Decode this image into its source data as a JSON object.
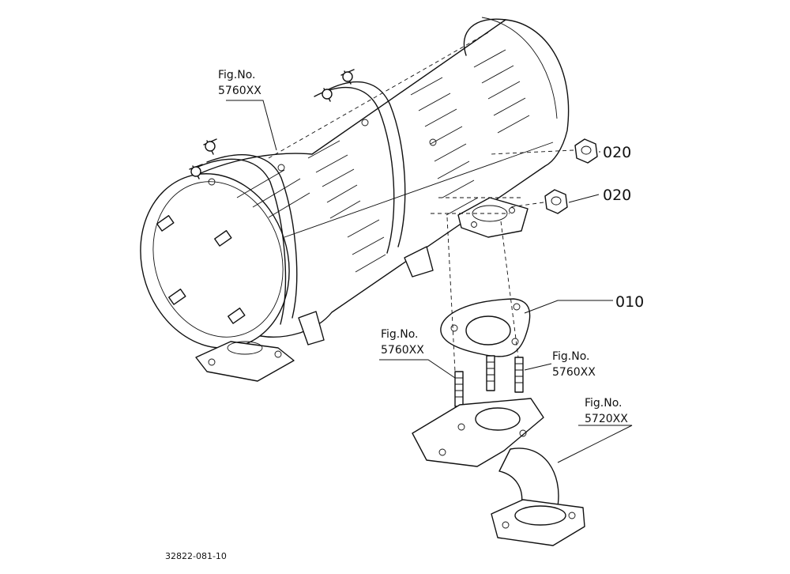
{
  "labels": {
    "fig_main": {
      "line1": "Fig.No.",
      "line2": "5760XX"
    },
    "fig_studs_left": {
      "line1": "Fig.No.",
      "line2": "5760XX"
    },
    "fig_studs_right": {
      "line1": "Fig.No.",
      "line2": "5760XX"
    },
    "fig_pipe": {
      "line1": "Fig.No.",
      "line2": "5720XX"
    }
  },
  "parts": {
    "nut_upper": "020",
    "nut_lower": "020",
    "gasket": "010"
  },
  "drawing_code": "32822-081-10"
}
